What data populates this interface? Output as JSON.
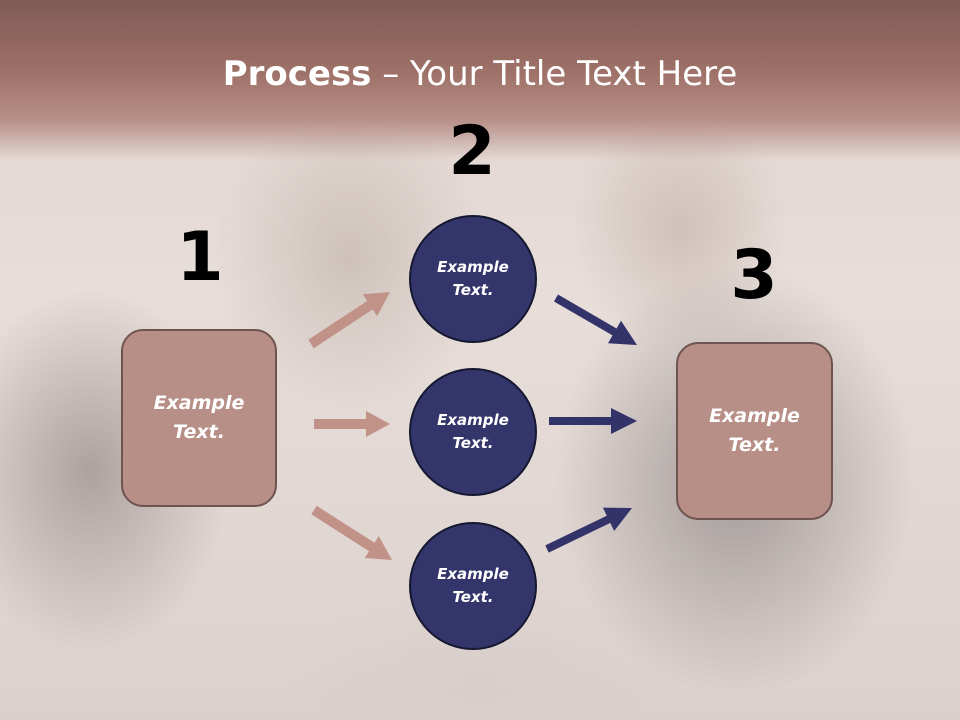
{
  "title": {
    "bold": "Process",
    "rest": " – Your Title Text Here"
  },
  "steps": {
    "one": "1",
    "two": "2",
    "three": "3"
  },
  "left_box": {
    "text": "Example\nText."
  },
  "right_box": {
    "text": "Example\nText."
  },
  "circles": [
    {
      "text": "Example\nText."
    },
    {
      "text": "Example\nText."
    },
    {
      "text": "Example\nText."
    }
  ],
  "colors": {
    "title_band": "#9e7168",
    "box_fill": "#b78f86",
    "circle_fill": "#34356a",
    "arrow_left": "#c09288",
    "arrow_right": "#33336a"
  }
}
